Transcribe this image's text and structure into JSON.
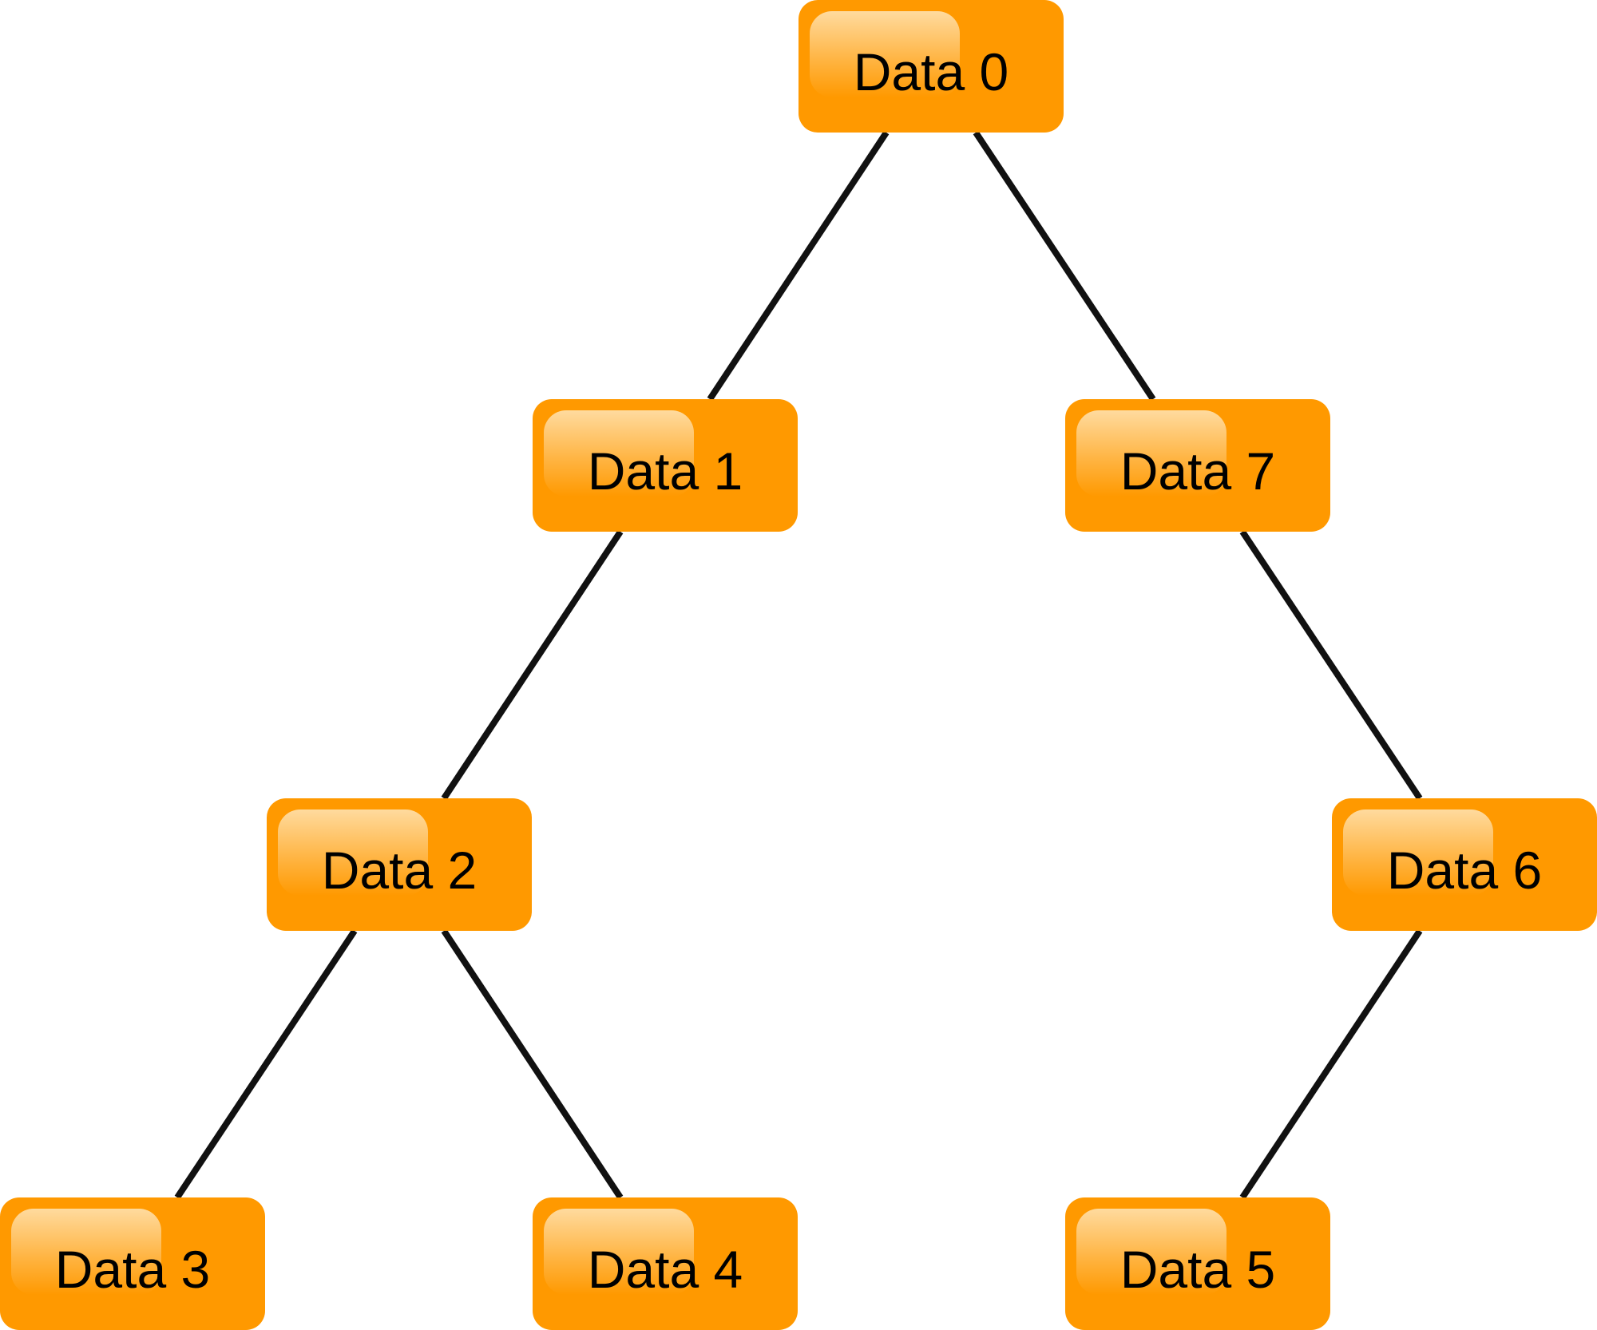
{
  "diagram": {
    "type": "tree",
    "node_fill": "#ff9900",
    "node_highlight": "#ffe2b0",
    "edge_color": "#111111",
    "nodes": [
      {
        "id": "n0",
        "label": "Data 0"
      },
      {
        "id": "n1",
        "label": "Data 1"
      },
      {
        "id": "n7",
        "label": "Data 7"
      },
      {
        "id": "n2",
        "label": "Data 2"
      },
      {
        "id": "n6",
        "label": "Data 6"
      },
      {
        "id": "n3",
        "label": "Data 3"
      },
      {
        "id": "n4",
        "label": "Data 4"
      },
      {
        "id": "n5",
        "label": "Data 5"
      }
    ],
    "edges": [
      {
        "from": "n0",
        "to": "n1"
      },
      {
        "from": "n0",
        "to": "n7"
      },
      {
        "from": "n1",
        "to": "n2"
      },
      {
        "from": "n7",
        "to": "n6"
      },
      {
        "from": "n2",
        "to": "n3"
      },
      {
        "from": "n2",
        "to": "n4"
      },
      {
        "from": "n6",
        "to": "n5"
      }
    ]
  }
}
